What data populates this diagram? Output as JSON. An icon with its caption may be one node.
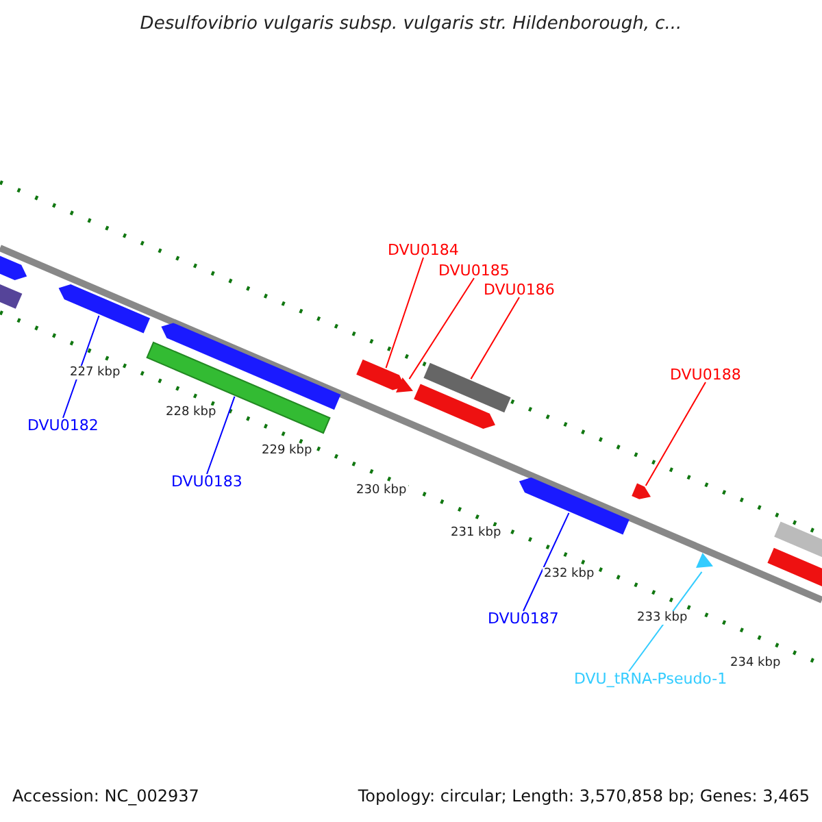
{
  "diagram": {
    "title": "Desulfovibrio vulgaris subsp. vulgaris str. Hildenborough, c...",
    "nodes": [
      {
        "text": [
          "DVU0182"
        ]
      },
      {
        "text": [
          "DVU0183"
        ]
      },
      {
        "text": [
          "DVU0184"
        ]
      },
      {
        "text": [
          "DVU0185"
        ]
      },
      {
        "text": [
          "DVU0186"
        ]
      },
      {
        "text": [
          "DVU0188"
        ]
      },
      {
        "text": [
          "DVU0187"
        ]
      },
      {
        "text": [
          "DVU_tRNA-Pseudo-1"
        ]
      },
      {
        "text": [],
        "shape": "bar"
      },
      {
        "text": [],
        "shape": "bar"
      },
      {
        "text": [],
        "shape": "bar"
      },
      {
        "text": [],
        "shape": "triangle"
      },
      {
        "text": [],
        "shape": "bar"
      },
      {
        "text": [],
        "shape": "bar"
      },
      {
        "text": [],
        "shape": "bar"
      },
      {
        "text": [],
        "shape": "triangle"
      },
      {
        "text": [],
        "shape": "bar"
      }
    ],
    "edges": [
      {
        "from": 0,
        "to": 8,
        "arrow": "none",
        "color": "#0000ff"
      },
      {
        "from": 1,
        "to": 9,
        "arrow": "none",
        "color": "#0000ff"
      },
      {
        "from": 2,
        "to": 10,
        "arrow": "none"
      },
      {
        "from": 3,
        "to": 11,
        "arrow": "none"
      },
      {
        "from": 4,
        "to": 12,
        "arrow": "none"
      },
      {
        "from": 5,
        "to": 13,
        "arrow": "none"
      },
      {
        "from": 6,
        "to": 14,
        "arrow": "none",
        "color": "#0000ff"
      },
      {
        "from": 7,
        "to": 15,
        "arrow": "none",
        "color": "#33ccff"
      }
    ],
    "labels": [
      "227 kbp",
      "228 kbp",
      "229 kbp",
      "230 kbp",
      "231 kbp",
      "232 kbp",
      "233 kbp",
      "234 kbp",
      "Accession: NC_002937",
      "Topology: circular; Length: 3,570,858 bp; Genes: 3,465"
    ]
  }
}
